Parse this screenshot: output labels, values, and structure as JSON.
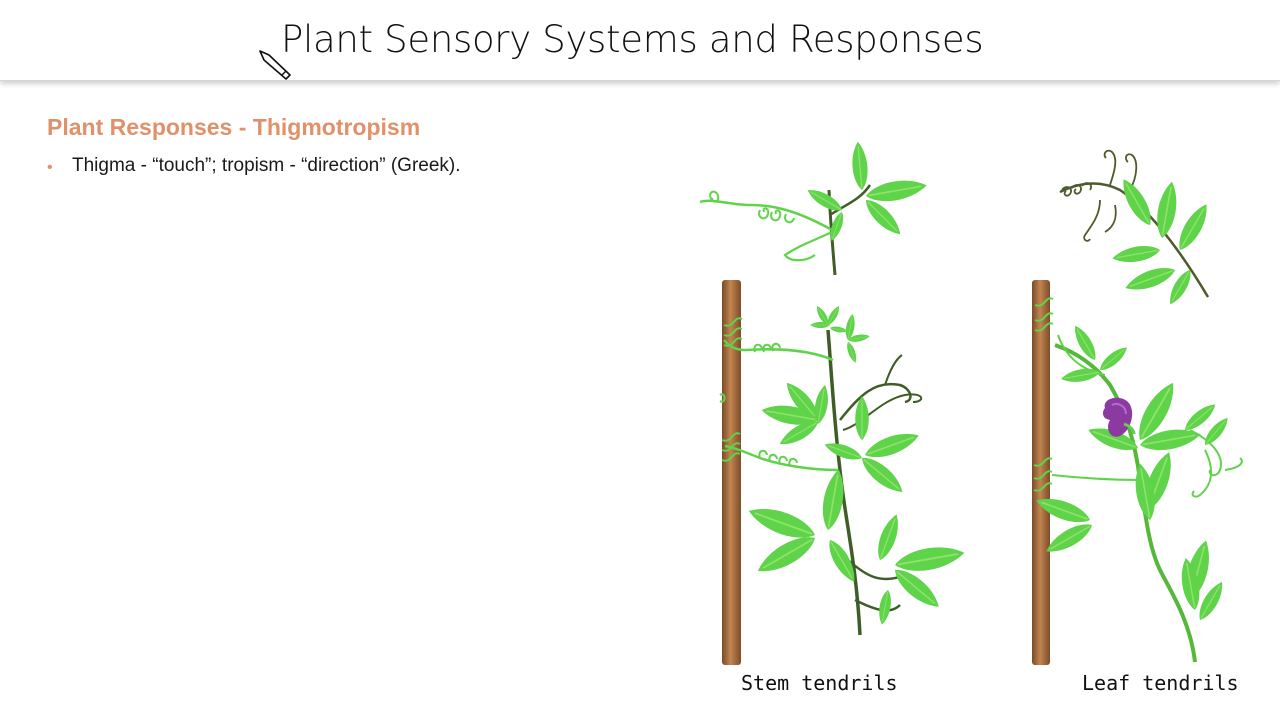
{
  "slide": {
    "title": "Plant Sensory Systems and Responses",
    "heading": "Plant Responses - Thigmotropism",
    "bullets": [
      "Thigma - “touch”; tropism - “direction” (Greek)."
    ]
  },
  "figure": {
    "stem_caption": "Stem tendrils",
    "leaf_caption": "Leaf tendrils"
  },
  "colors": {
    "heading": "#e0916a",
    "leaf": "#5fd34a",
    "leaf_light": "#8fe36a",
    "stem": "#3f5d27",
    "pole": "#a4683b",
    "flower": "#8a3aa0"
  },
  "icons": {
    "cursor": "pen-cursor-icon"
  }
}
